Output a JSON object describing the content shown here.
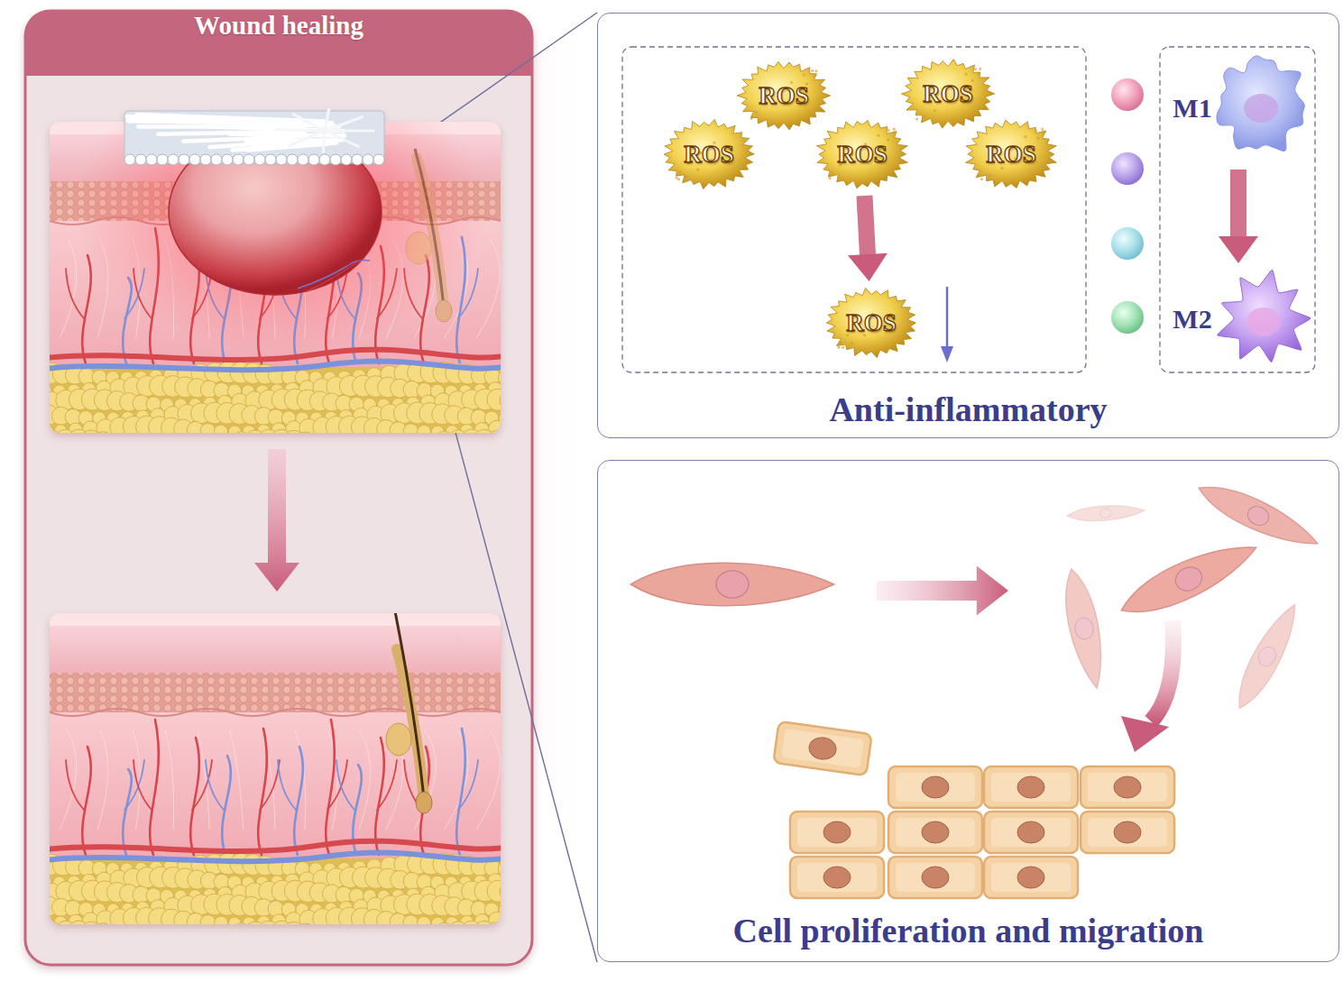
{
  "diagram": {
    "nodes": [
      {
        "text": [
          "Wound healing"
        ]
      },
      {
        "text": [
          "Anti-inflammatory"
        ]
      },
      {
        "text": [
          "ROS"
        ],
        "in": 1
      },
      {
        "text": [
          "ROS"
        ],
        "in": 1
      },
      {
        "text": [
          "ROS"
        ],
        "in": 1
      },
      {
        "text": [
          "ROS"
        ],
        "in": 1
      },
      {
        "text": [
          "ROS"
        ],
        "in": 1
      },
      {
        "text": [
          "ROS"
        ],
        "in": 1
      },
      {
        "text": [
          "M1"
        ],
        "in": 1
      },
      {
        "text": [
          "M2"
        ],
        "in": 1
      },
      {
        "text": [
          "Cell proliferation and migration"
        ]
      }
    ],
    "edges": [
      {
        "from": 5,
        "to": 7,
        "arrow": "to"
      },
      {
        "from": 8,
        "to": 9,
        "arrow": "to"
      }
    ]
  }
}
